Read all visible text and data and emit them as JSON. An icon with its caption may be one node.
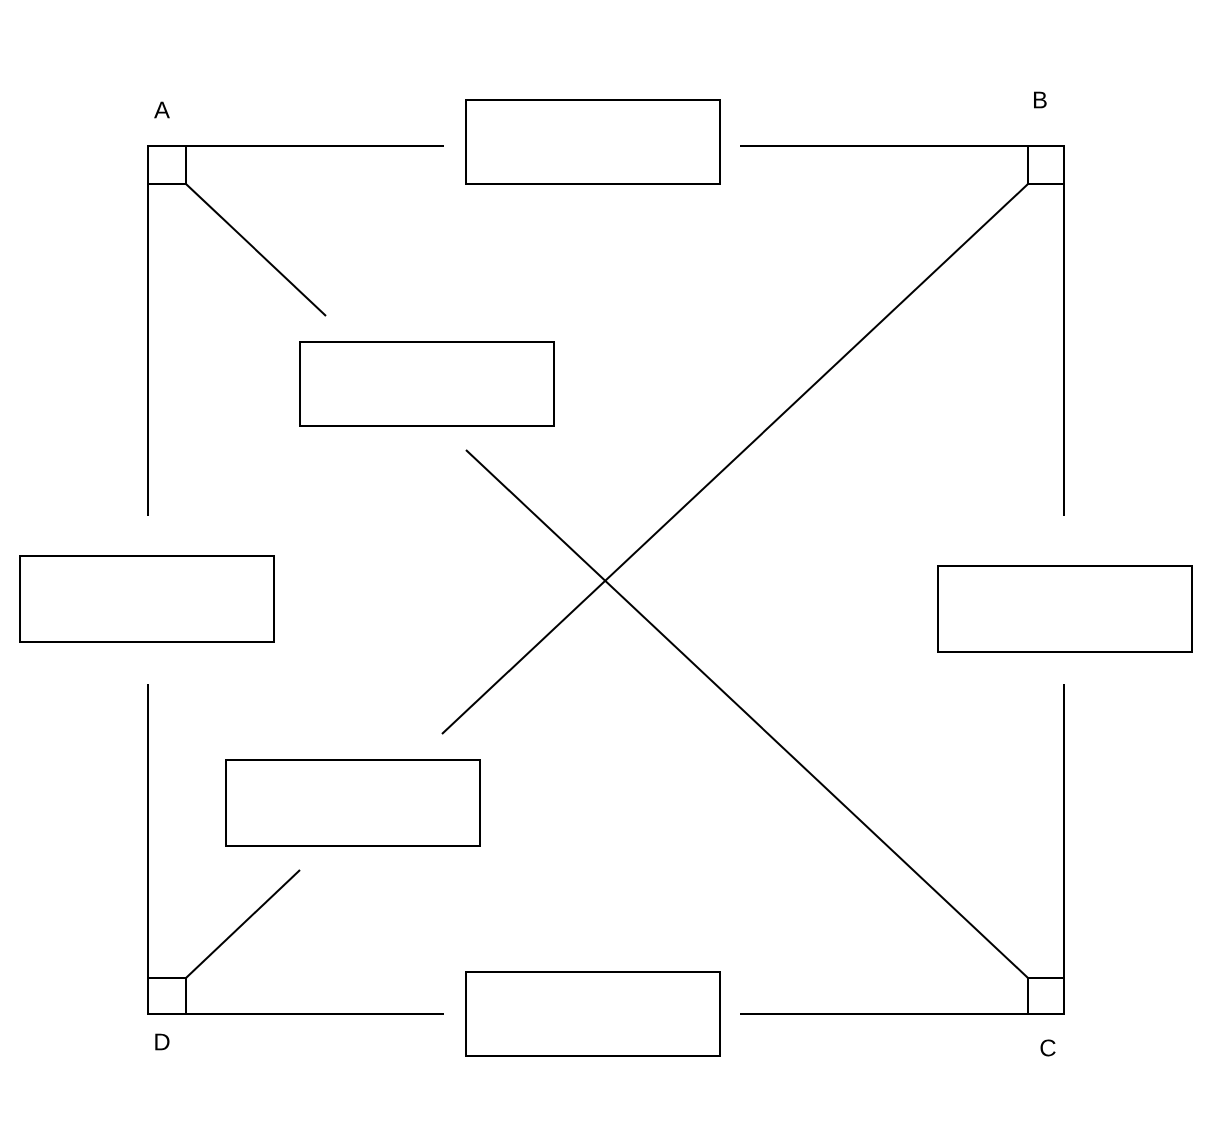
{
  "diagram": {
    "nodes": [
      {
        "text": [
          "A"
        ]
      },
      {
        "text": [],
        "shape": "box"
      },
      {
        "text": [
          "B"
        ]
      },
      {
        "text": [],
        "shape": "box"
      },
      {
        "text": [],
        "shape": "box"
      },
      {
        "text": [],
        "shape": "box"
      },
      {
        "text": [],
        "shape": "box"
      },
      {
        "text": [
          "D"
        ]
      },
      {
        "text": [],
        "shape": "box"
      },
      {
        "text": [
          "C"
        ]
      }
    ],
    "edges": [
      {
        "from": 0,
        "to": 1,
        "arrow": "none"
      },
      {
        "from": 1,
        "to": 2,
        "arrow": "none"
      },
      {
        "from": 2,
        "to": 5,
        "arrow": "none"
      },
      {
        "from": 5,
        "to": 9,
        "arrow": "none"
      },
      {
        "from": 9,
        "to": 8,
        "arrow": "none"
      },
      {
        "from": 8,
        "to": 7,
        "arrow": "none"
      },
      {
        "from": 7,
        "to": 4,
        "arrow": "none"
      },
      {
        "from": 4,
        "to": 0,
        "arrow": "none"
      },
      {
        "from": 0,
        "to": 3,
        "arrow": "none"
      },
      {
        "from": 3,
        "to": 9,
        "arrow": "none"
      },
      {
        "from": 2,
        "to": 6,
        "arrow": "none"
      },
      {
        "from": 6,
        "to": 7,
        "arrow": "none"
      }
    ]
  }
}
